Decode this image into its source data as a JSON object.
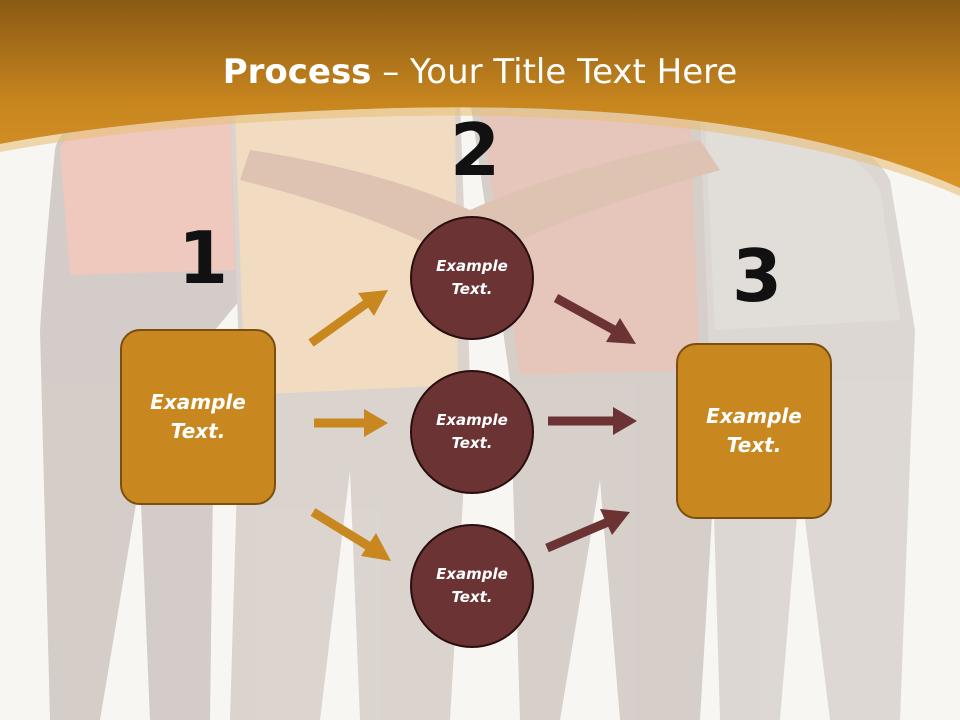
{
  "slide": {
    "title_bold": "Process",
    "title_rest": " – Your Title Text Here",
    "steps": [
      {
        "number": "1",
        "text": "Example\nText."
      },
      {
        "number": "2",
        "text": ""
      },
      {
        "number": "3",
        "text": "Example\nText."
      }
    ],
    "circles": [
      {
        "text": "Example\nText."
      },
      {
        "text": "Example\nText."
      },
      {
        "text": "Example\nText."
      }
    ],
    "colors": {
      "header": "#c8881f",
      "box_fill": "#c8881f",
      "circle_fill": "#6b3333",
      "arrow_orange": "#c8881f",
      "arrow_maroon": "#6b3333"
    }
  }
}
